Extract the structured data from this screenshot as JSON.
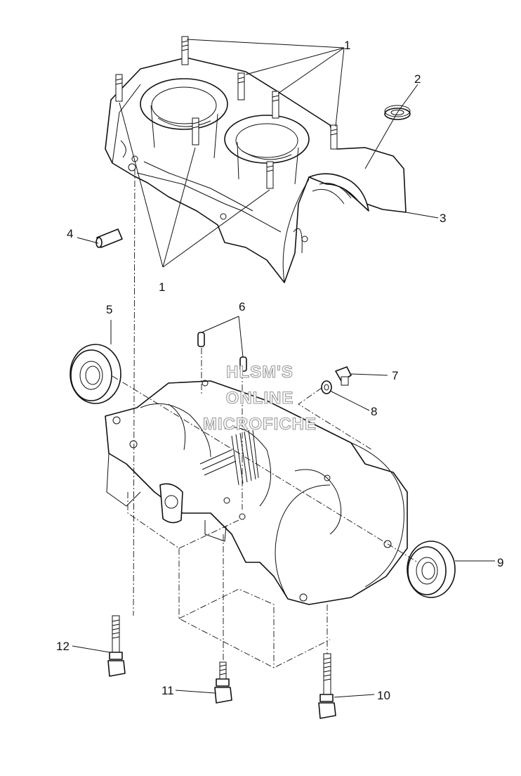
{
  "diagram": {
    "callouts": [
      "1",
      "2",
      "3",
      "4",
      "1",
      "5",
      "6",
      "7",
      "8",
      "9",
      "12",
      "11",
      "10"
    ],
    "watermark": [
      "HLSM'S",
      "ONLINE",
      "MICROFICHE"
    ]
  }
}
